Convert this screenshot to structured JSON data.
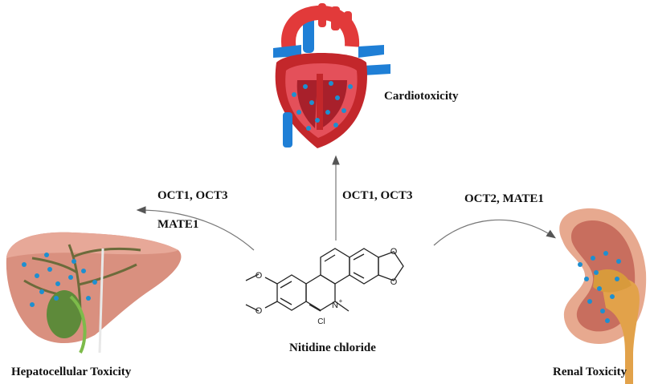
{
  "molecule": {
    "name": "Nitidine chloride",
    "methoxy": "O",
    "counterion": "Cl",
    "charge": "+",
    "nitrogen": "N",
    "methyl_note": ""
  },
  "targets": [
    {
      "organ": "heart",
      "label": "Cardiotoxicity",
      "transporters": [
        "OCT1, OCT3"
      ]
    },
    {
      "organ": "liver",
      "label": "Hepatocellular Toxicity",
      "transporters": [
        "OCT1, OCT3",
        "MATE1"
      ]
    },
    {
      "organ": "kidney",
      "label": "Renal Toxicity",
      "transporters": [
        "OCT2, MATE1"
      ]
    }
  ],
  "colors": {
    "artery": "#e23a3a",
    "vein": "#1f7fd6",
    "liver": "#d9907f",
    "gallbladder": "#5e8a3a",
    "kidney_cortex": "#e7a98f",
    "ureter": "#e2a24a",
    "drug_dot": "#1e8fd0",
    "arrow": "#777777"
  }
}
